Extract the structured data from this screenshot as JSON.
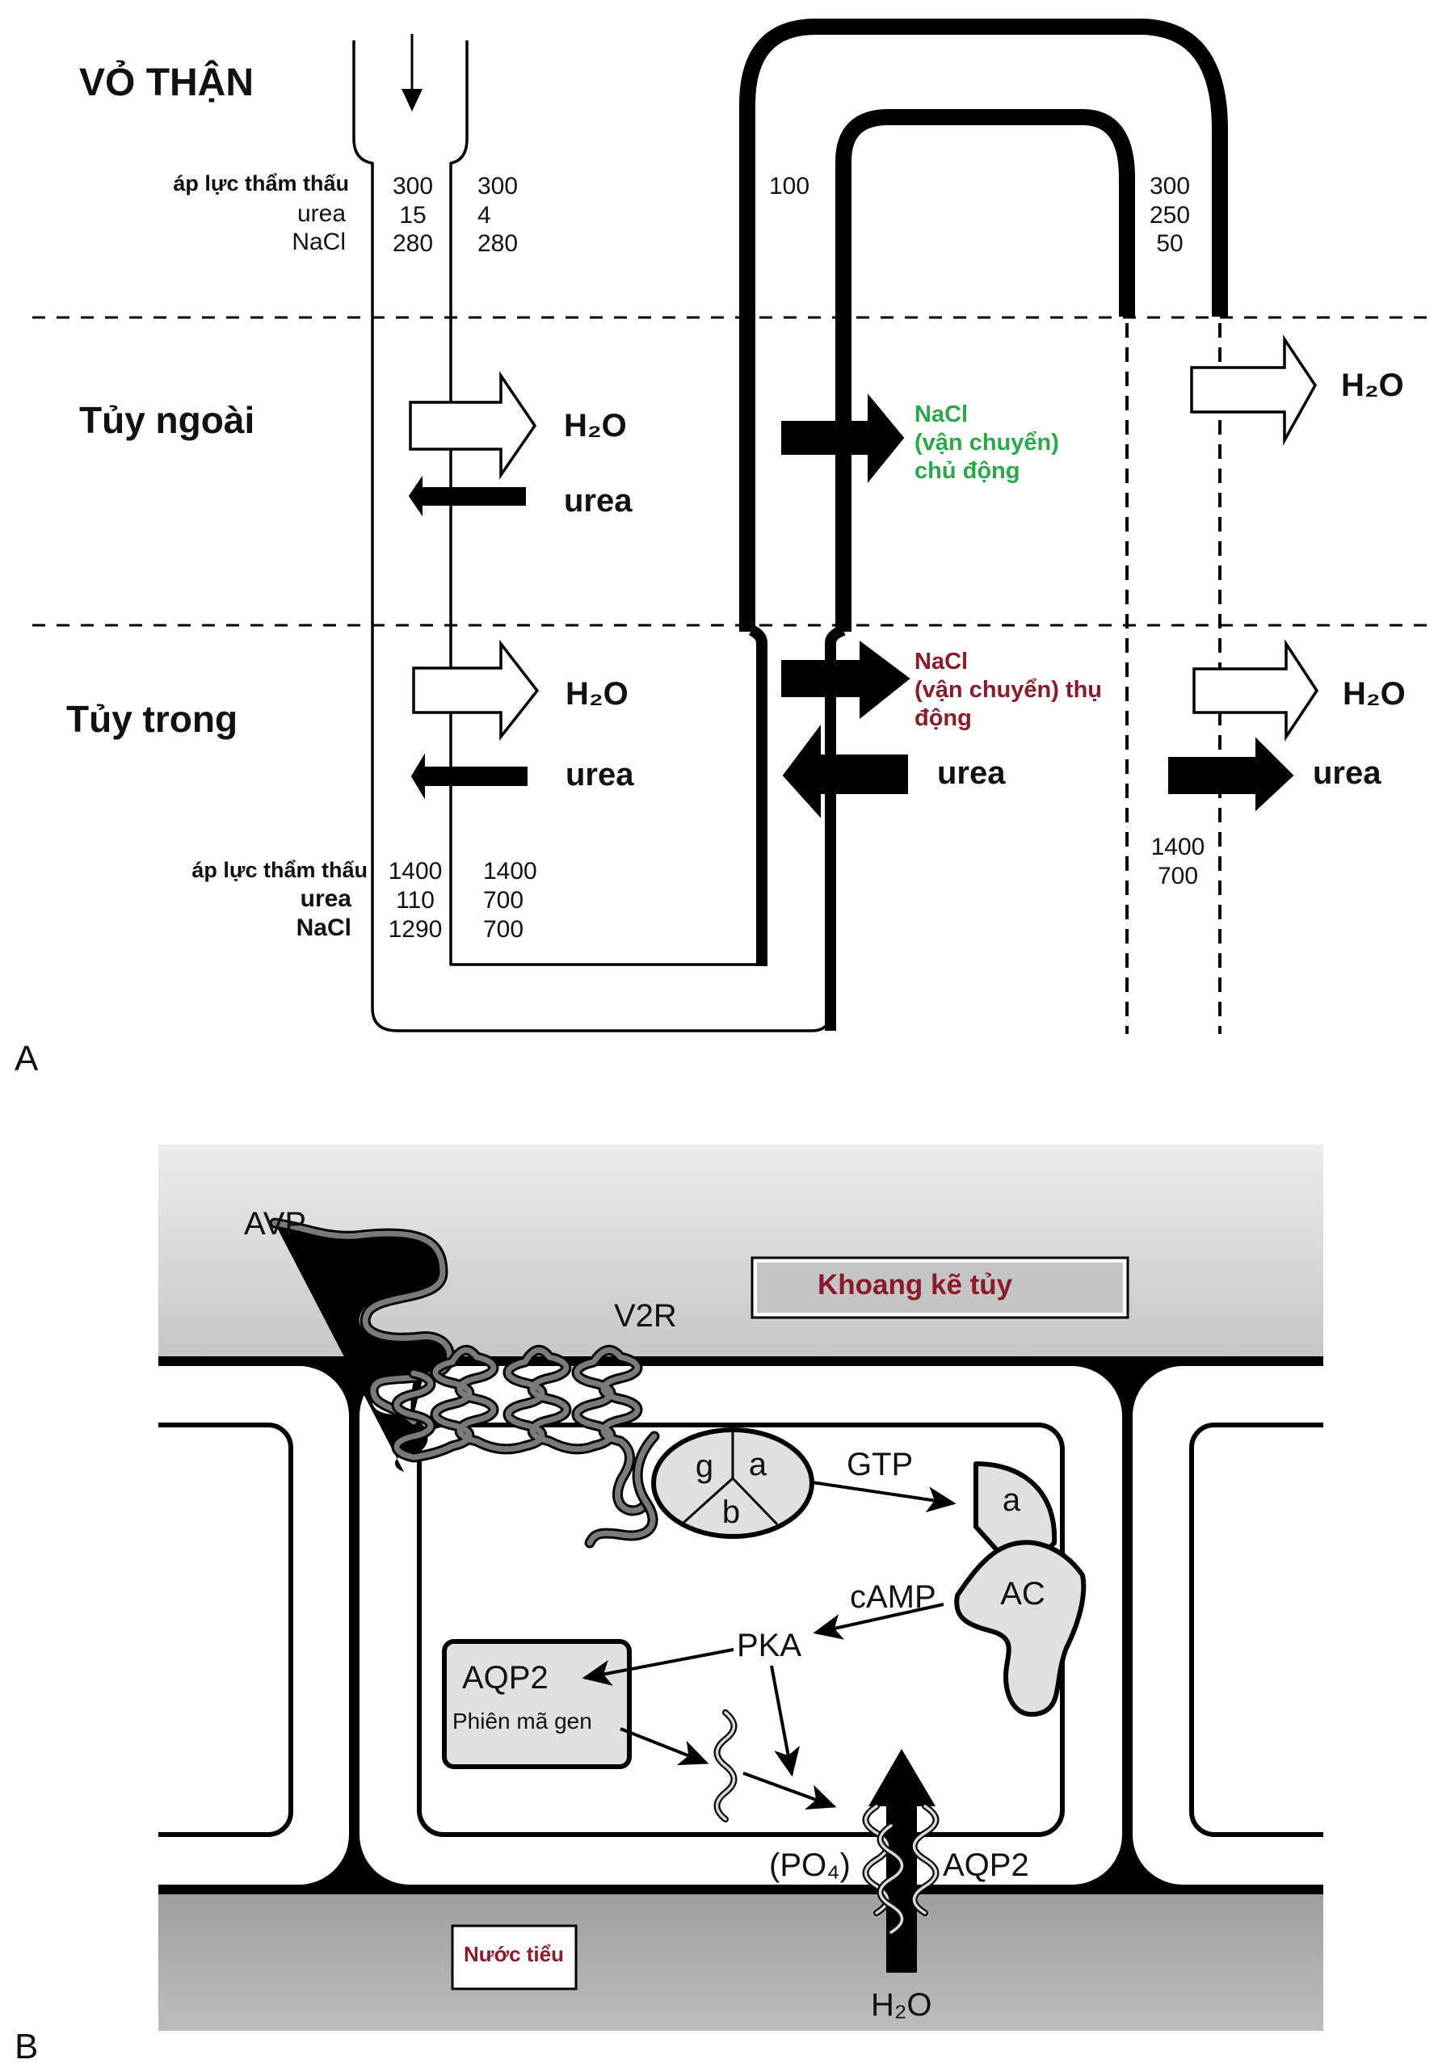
{
  "panel_a": {
    "label": "A",
    "zones": {
      "cortex": "VỎ THẬN",
      "outer_medulla": "Tủy ngoài",
      "inner_medulla": "Tủy trong"
    },
    "cortex_table": {
      "row_labels": [
        "áp lực thẩm thấu",
        "urea",
        "NaCl"
      ],
      "descending_limb": [
        "300",
        "15",
        "280"
      ],
      "interstitium": [
        "300",
        "4",
        "280"
      ],
      "thick_ascending": "100",
      "collecting_duct": [
        "300",
        "250",
        "50"
      ]
    },
    "inner_table": {
      "row_labels": [
        "áp lực thẩm thấu",
        "urea",
        "NaCl"
      ],
      "descending_limb": [
        "1400",
        "110",
        "1290"
      ],
      "interstitium": [
        "1400",
        "700",
        "700"
      ],
      "collecting_duct": [
        "1400",
        "700"
      ]
    },
    "flows": {
      "water": "H₂O",
      "urea": "urea",
      "nacl_active": [
        "NaCl",
        "(vận chuyển)",
        "chủ động"
      ],
      "nacl_passive": [
        "NaCl",
        "(vận chuyển) thụ",
        "động"
      ]
    },
    "colors": {
      "active": "#2ba84a",
      "passive": "#8b1a2b"
    }
  },
  "panel_b": {
    "label": "B",
    "compartments": {
      "interstitium": "Khoang kẽ tủy",
      "urine": "Nước tiểu"
    },
    "molecules": {
      "avp": "AVP",
      "v2r": "V2R",
      "g_alpha": "a",
      "g_beta": "b",
      "g_gamma": "g",
      "gtp": "GTP",
      "ac_alpha": "a",
      "ac": "AC",
      "camp": "cAMP",
      "pka": "PKA",
      "aqp2_box": "AQP2",
      "transcription": "Phiên mã gen",
      "po4": "(PO₄)",
      "aqp2_channel": "AQP2",
      "water": "H₂O"
    },
    "colors": {
      "label_red": "#8b1a2b"
    }
  }
}
